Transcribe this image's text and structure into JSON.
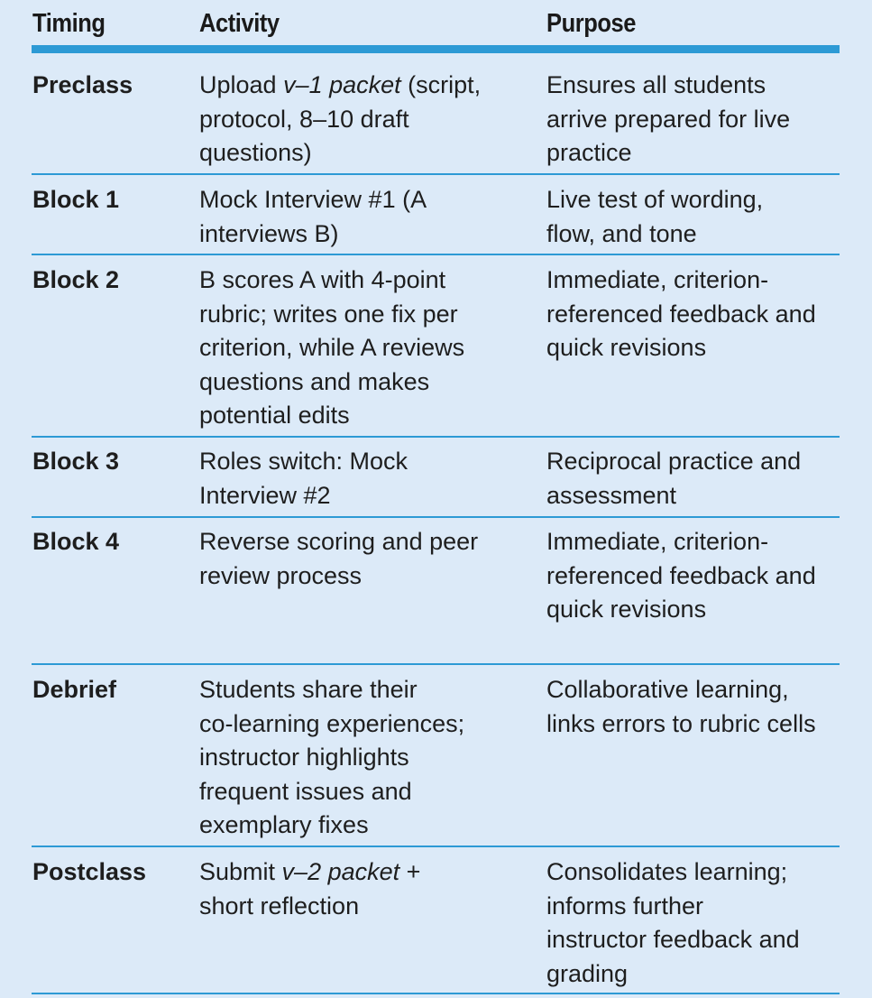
{
  "table": {
    "headers": {
      "timing": "Timing",
      "activity": "Activity",
      "purpose": "Purpose"
    },
    "rows": [
      {
        "timing": "Preclass",
        "activity_lines": [
          {
            "pre": "Upload ",
            "em": "v–1 packet",
            "post": " (script,"
          },
          {
            "pre": "protocol, 8–10 draft",
            "em": "",
            "post": ""
          },
          {
            "pre": "questions)",
            "em": "",
            "post": ""
          }
        ],
        "purpose_lines": [
          "Ensures all students",
          "arrive prepared for live",
          "practice"
        ]
      },
      {
        "timing": "Block 1",
        "activity_lines": [
          {
            "pre": "Mock Interview #1 (A",
            "em": "",
            "post": ""
          },
          {
            "pre": "interviews B)",
            "em": "",
            "post": ""
          }
        ],
        "purpose_lines": [
          "Live test of wording,",
          "flow, and tone"
        ]
      },
      {
        "timing": "Block 2",
        "activity_lines": [
          {
            "pre": "B scores A with 4-point",
            "em": "",
            "post": ""
          },
          {
            "pre": "rubric; writes one fix per",
            "em": "",
            "post": ""
          },
          {
            "pre": "criterion, while A reviews",
            "em": "",
            "post": ""
          },
          {
            "pre": "questions and makes",
            "em": "",
            "post": ""
          },
          {
            "pre": "potential edits",
            "em": "",
            "post": ""
          }
        ],
        "purpose_lines": [
          "Immediate, criterion-",
          "referenced feedback and",
          "quick revisions"
        ]
      },
      {
        "timing": "Block 3",
        "activity_lines": [
          {
            "pre": "Roles switch: Mock",
            "em": "",
            "post": ""
          },
          {
            "pre": "Interview #2",
            "em": "",
            "post": ""
          }
        ],
        "purpose_lines": [
          "Reciprocal practice and",
          "assessment"
        ]
      },
      {
        "timing": "Block 4",
        "activity_lines": [
          {
            "pre": "Reverse scoring and peer",
            "em": "",
            "post": ""
          },
          {
            "pre": "review process",
            "em": "",
            "post": ""
          }
        ],
        "purpose_lines": [
          "Immediate, criterion-",
          "referenced feedback and",
          "quick revisions"
        ]
      },
      {
        "timing": "Debrief",
        "activity_lines": [
          {
            "pre": "Students share their",
            "em": "",
            "post": ""
          },
          {
            "pre": "co-learning experiences;",
            "em": "",
            "post": ""
          },
          {
            "pre": "instructor highlights",
            "em": "",
            "post": ""
          },
          {
            "pre": "frequent issues and",
            "em": "",
            "post": ""
          },
          {
            "pre": "exemplary fixes",
            "em": "",
            "post": ""
          }
        ],
        "purpose_lines": [
          "Collaborative learning,",
          "links errors to rubric cells"
        ]
      },
      {
        "timing": "Postclass",
        "activity_lines": [
          {
            "pre": "Submit ",
            "em": "v–2 packet",
            "post": " +"
          },
          {
            "pre": "short reflection",
            "em": "",
            "post": ""
          }
        ],
        "purpose_lines": [
          "Consolidates learning;",
          "informs further",
          "instructor feedback and",
          "grading"
        ]
      }
    ]
  },
  "colors": {
    "background": "#dceaf8",
    "rule": "#2d9ad5",
    "text": "#1e1e1e"
  }
}
